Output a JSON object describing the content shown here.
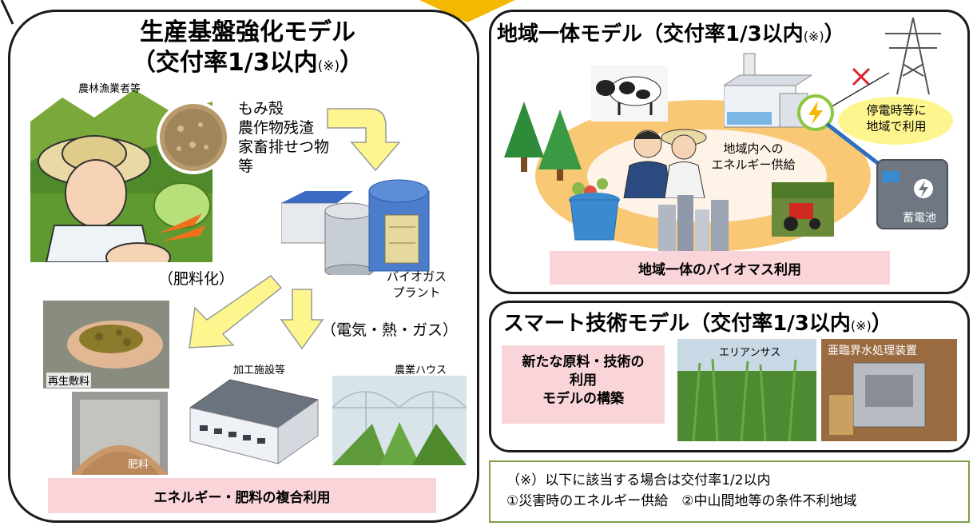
{
  "left": {
    "title_line1": "生産基盤強化モデル",
    "title_line2_main": "（交付率1/3以内",
    "title_line2_note": "(※)",
    "title_line2_end": "）",
    "farmer_label": "農林漁業者等",
    "materials": [
      "もみ殻",
      "農作物残渣",
      "家畜排せつ物",
      "等"
    ],
    "fertilizer_process": "（肥料化）",
    "biogas_plant": [
      "バイオガス",
      "プラント"
    ],
    "energy_outputs": "（電気・熱・ガス）",
    "recycled_bedding": "再生敷料",
    "fertilizer": "肥料",
    "processing_facility": "加工施設等",
    "greenhouse": "農業ハウス",
    "banner": "エネルギー・肥料の複合利用"
  },
  "right_top": {
    "title_main": "地域一体モデル（交付率1/3以内",
    "title_note": "(※)",
    "title_end": "）",
    "outage_note": [
      "停電時等に",
      "地域で利用"
    ],
    "local_supply": [
      "地域内への",
      "エネルギー供給"
    ],
    "battery": "蓄電池",
    "banner": "地域一体のバイオマス利用"
  },
  "right_mid": {
    "title_main": "スマート技術モデル（交付率1/3以内",
    "title_note": "(※)",
    "title_end": "）",
    "new_tech": [
      "新たな原料・技術の",
      "利用",
      "モデルの構築"
    ],
    "erianthus": "エリアンサス",
    "subcritical": "亜臨界水処理装置"
  },
  "note": {
    "line1": "（※）以下に該当する場合は交付率1/2以内",
    "line2": "①災害時のエネルギー供給　②中山間地等の条件不利地域"
  },
  "colors": {
    "arrow_yellow": "#fdf68f",
    "arrow_orange": "#f5b800",
    "pink_banner": "#f9d4d8",
    "ellipse_orange": "#f8c56e",
    "note_border": "#7ea04a"
  }
}
